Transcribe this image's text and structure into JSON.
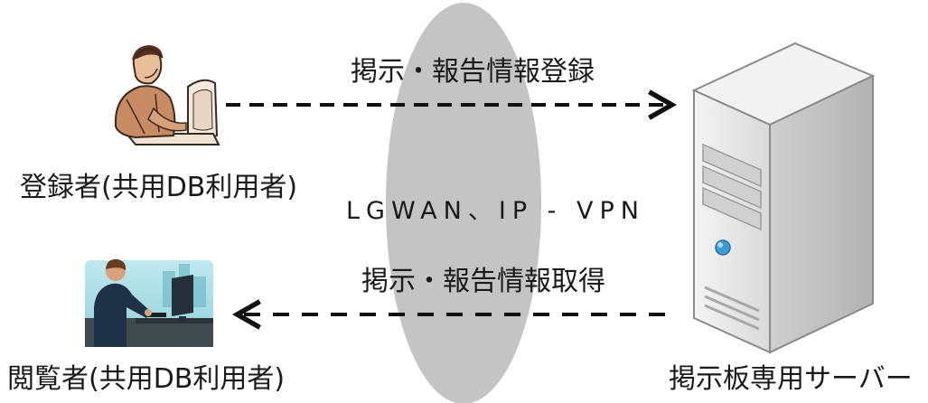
{
  "network": {
    "label": "LGWAN、IP - VPN"
  },
  "registrant": {
    "label": "登録者(共用DB利用者)",
    "icon": "office-worker-at-desk-icon"
  },
  "viewer": {
    "label": "閲覧者(共用DB利用者)",
    "icon": "person-at-computer-icon"
  },
  "server": {
    "label": "掲示板専用サーバー",
    "icon": "tower-server-icon"
  },
  "flows": [
    {
      "label": "掲示・報告情報登録",
      "direction": "to-server"
    },
    {
      "label": "掲示・報告情報取得",
      "direction": "to-viewer"
    }
  ],
  "colors": {
    "network_ellipse": "#c4c4c4",
    "arrow": "#111111",
    "server_body": "#e6e6e6",
    "server_led": "#3a9bd9"
  }
}
